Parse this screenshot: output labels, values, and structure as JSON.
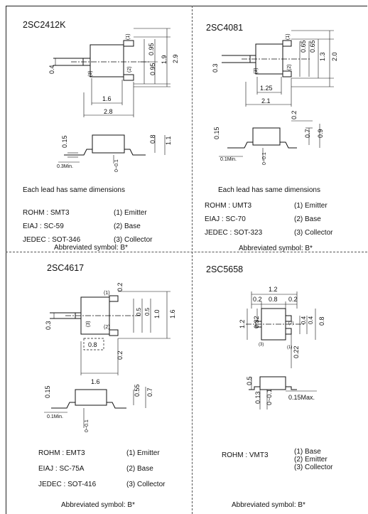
{
  "packages": [
    {
      "name": "2SC2412K",
      "top_dims": {
        "w": "1.6",
        "total_w": "2.8",
        "pitch_a": "0.95",
        "pitch_b": "0.95",
        "h1": "1.9",
        "h2": "2.9",
        "lead_w": "0.4"
      },
      "pin_labels": [
        "(1)",
        "(2)",
        "(3)"
      ],
      "side_dims": {
        "lead_t": "0.15",
        "h": "0.8",
        "total_h": "1.1",
        "min_lead": "0.3Min.",
        "standoff": "0~0.1"
      },
      "note": "Each lead has same dimensions",
      "codes": [
        {
          "label": "ROHM : SMT3",
          "pin": "(1) Emitter"
        },
        {
          "label": "EIAJ : SC-59",
          "pin": "(2) Base"
        },
        {
          "label": "JEDEC : SOT-346",
          "pin": "(3) Collector"
        }
      ],
      "symbol": "Abbreviated symbol: B*"
    },
    {
      "name": "2SC4081",
      "top_dims": {
        "w": "1.25",
        "total_w": "2.1",
        "pitch_a": "0.65",
        "pitch_b": "0.65",
        "h1": "1.3",
        "h2": "2.0",
        "lead_w": "0.3"
      },
      "pin_labels": [
        "(1)",
        "(2)",
        "(3)"
      ],
      "side_dims": {
        "lead_t": "0.15",
        "h": "0.7",
        "total_h": "0.9",
        "top": "0.2",
        "min_lead": "0.1Min.",
        "standoff": "0~0.1"
      },
      "note": "Each lead has same dimensions",
      "codes": [
        {
          "label": "ROHM : UMT3",
          "pin": "(1) Emitter"
        },
        {
          "label": "EIAJ : SC-70",
          "pin": "(2) Base"
        },
        {
          "label": "JEDEC : SOT-323",
          "pin": "(3) Collector"
        }
      ],
      "symbol": "Abbreviated symbol: B*"
    },
    {
      "name": "2SC4617",
      "top_dims": {
        "w": "0.8",
        "total_w": "1.6",
        "pitch_a": "0.5",
        "pitch_b": "0.5",
        "h1": "1.0",
        "h2": "1.6",
        "lead_w": "0.3",
        "top_a": "0.2",
        "top_b": "0.2"
      },
      "pin_labels": [
        "(1)",
        "(2)",
        "(3)"
      ],
      "side_dims": {
        "lead_t": "0.15",
        "h": "0.55",
        "total_h": "0.7",
        "min_lead": "0.1Min.",
        "standoff": "0~0.1"
      },
      "codes": [
        {
          "label": "ROHM : EMT3",
          "pin": "(1) Emitter"
        },
        {
          "label": "EIAJ : SC-75A",
          "pin": "(2) Base"
        },
        {
          "label": "JEDEC : SOT-416",
          "pin": "(3) Collector"
        }
      ],
      "symbol": "Abbreviated symbol: B*"
    },
    {
      "name": "2SC5658",
      "top_dims": {
        "total_w": "1.2",
        "a": "0.2",
        "b": "0.8",
        "c": "0.2",
        "h1": "1.2",
        "h2": "0.32",
        "pitch": "0.4",
        "pitch_b": "0.4",
        "h3": "0.8",
        "lead": "0.22"
      },
      "pin_labels": [
        "(1)",
        "(2)",
        "(3)"
      ],
      "side_dims": {
        "h": "0.5",
        "lead_t": "0.13",
        "standoff": "0~0.1",
        "max_lead": "0.15Max."
      },
      "codes": [
        {
          "label": "ROHM : VMT3",
          "pin": "(1) Base"
        },
        {
          "label": "",
          "pin": "(2) Emitter"
        },
        {
          "label": "",
          "pin": "(3) Collector"
        }
      ],
      "symbol": "Abbreviated symbol: B*"
    }
  ]
}
